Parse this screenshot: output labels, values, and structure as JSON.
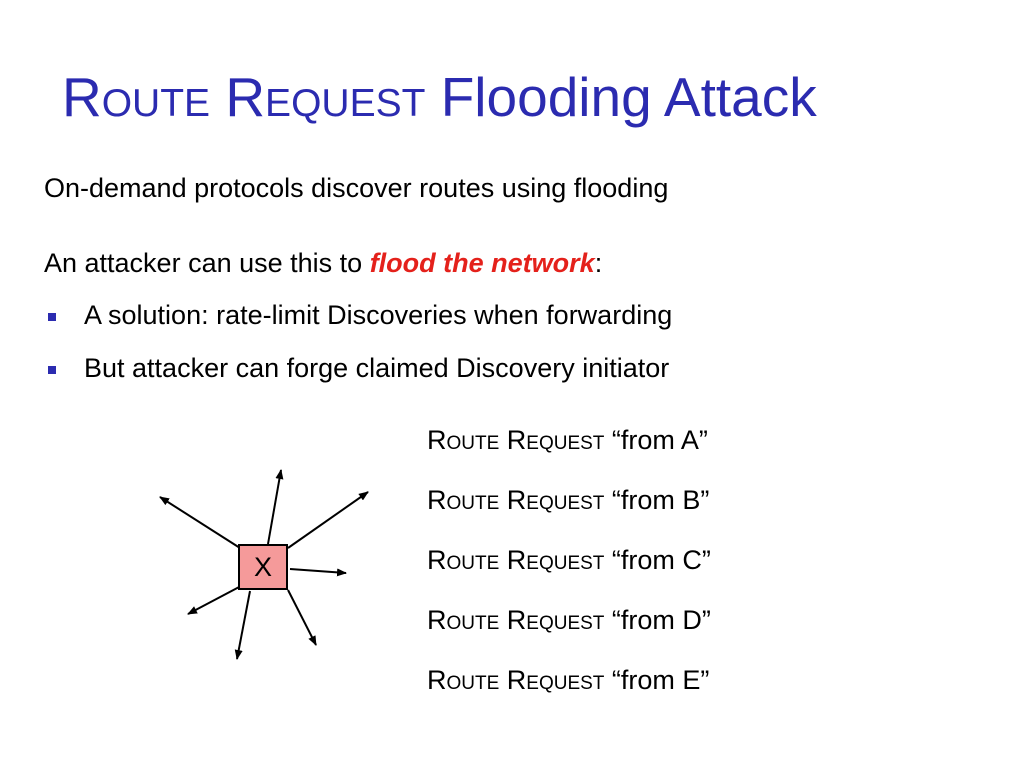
{
  "title": {
    "smallcaps": "Route Request",
    "rest": "Flooding Attack"
  },
  "line1": "On-demand protocols discover routes using flooding",
  "line2": {
    "prefix": "An attacker can use this to ",
    "emphasis": "flood the network",
    "suffix": ":"
  },
  "bullets": [
    "A solution: rate-limit Discoveries when forwarding",
    "But attacker can forge claimed Discovery initiator"
  ],
  "requests": [
    {
      "label": "Route Request",
      "from": "“from A”"
    },
    {
      "label": "Route Request",
      "from": "“from B”"
    },
    {
      "label": "Route Request",
      "from": "“from C”"
    },
    {
      "label": "Route Request",
      "from": "“from D”"
    },
    {
      "label": "Route Request",
      "from": "“from E”"
    }
  ],
  "node_label": "X",
  "colors": {
    "title": "#2b2bb0",
    "emphasis": "#e4211b",
    "node_fill": "#f59a9a",
    "bullet": "#2b2bb0"
  }
}
